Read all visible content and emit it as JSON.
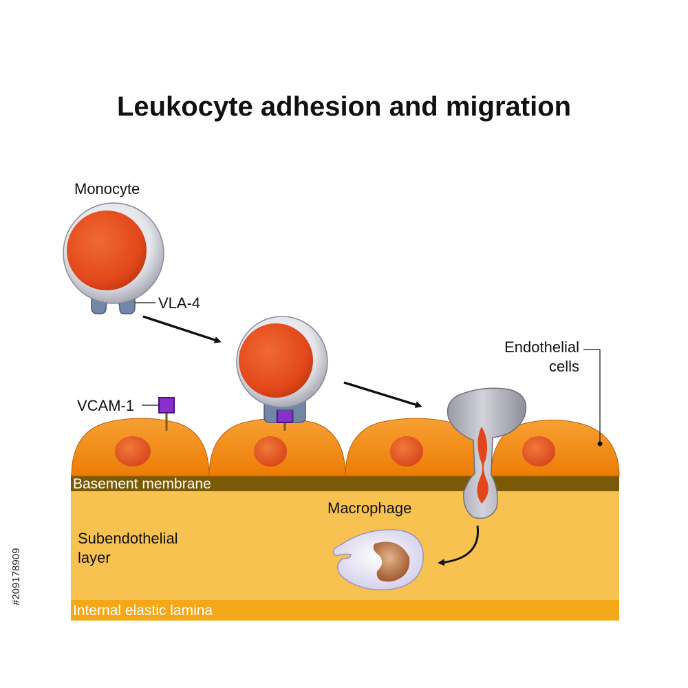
{
  "title": "Leukocyte adhesion and migration",
  "labels": {
    "monocyte": "Monocyte",
    "vla4": "VLA-4",
    "vcam1": "VCAM-1",
    "endothelial_line1": "Endothelial",
    "endothelial_line2": "cells",
    "basement_membrane": "Basement membrane",
    "subendothelial_line1": "Subendothelial",
    "subendothelial_line2": "layer",
    "macrophage": "Macrophage",
    "internal_elastic_lamina": "Internal elastic lamina"
  },
  "stock_id": "#209178909",
  "colors": {
    "endothelial_cell": "#f28a10",
    "nucleus": "#e2471b",
    "basement_membrane": "#7a5a05",
    "subendothelial_layer": "#f7c24f",
    "elastic_lamina": "#f4a818",
    "monocyte_body": "#e4e4ea",
    "receptor": "#7286a8",
    "vcam": "#7a1fb8",
    "macrophage_body": "#e0dcf0",
    "macrophage_nucleus": "#b06a3a"
  }
}
